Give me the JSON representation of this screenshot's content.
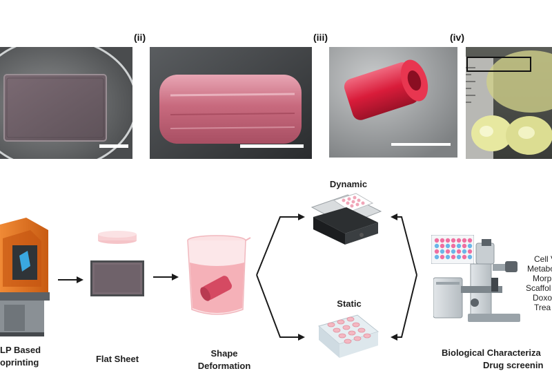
{
  "panels": {
    "ii": "(ii)",
    "iii": "(iii)",
    "iv": "(iv)"
  },
  "stages": {
    "printer_line1": "LP Based",
    "printer_line2": "oprinting",
    "flat_sheet": "Flat Sheet",
    "shape_line1": "Shape",
    "shape_line2": "Deformation",
    "dynamic": "Dynamic",
    "static": "Static",
    "bio_line1": "Biological Characteriza",
    "bio_line2": "Drug screenin"
  },
  "characterization_list": [
    "Cell V",
    "Metabo",
    "Morp",
    "Scaffol",
    "Doxo",
    "Trea"
  ],
  "colors": {
    "printer_orange": "#e8731f",
    "gel_pink": "#c86a7e",
    "red_tube": "#d91c3a",
    "arrow": "#1a1a1a"
  }
}
